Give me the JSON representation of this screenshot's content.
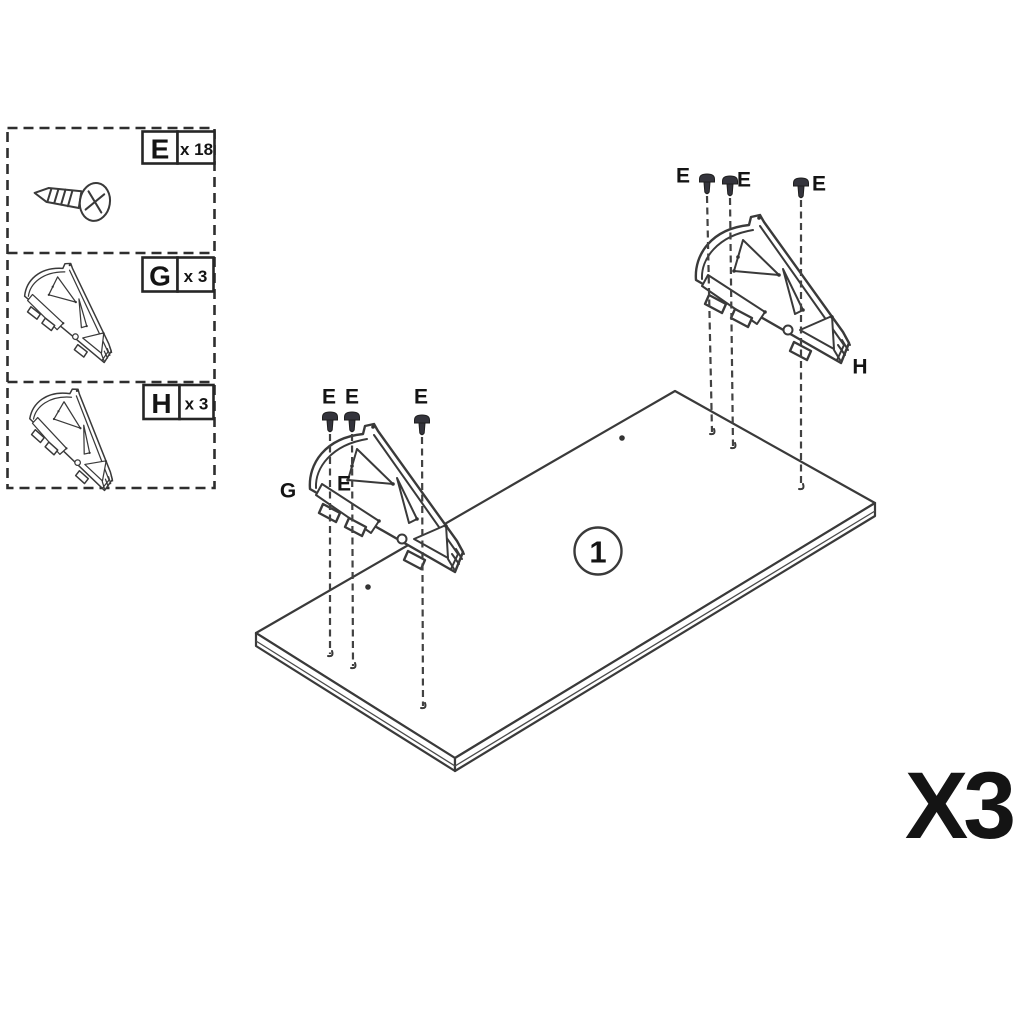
{
  "legend": {
    "items": [
      {
        "letter": "E",
        "count": "x 18"
      },
      {
        "letter": "G",
        "count": "x 3"
      },
      {
        "letter": "H",
        "count": "x 3"
      }
    ]
  },
  "diagram": {
    "part_number": "1",
    "repeat_label": "X3",
    "labels": {
      "left_screws": [
        "E",
        "E",
        "E"
      ],
      "left_bracket": "G",
      "left_bracket_extra": "E",
      "right_screws": [
        "E",
        "E",
        "E"
      ],
      "right_bracket": "H"
    }
  },
  "colors": {
    "line": "#3a3a3a",
    "text": "#141414",
    "screw_fill": "#34343c"
  }
}
